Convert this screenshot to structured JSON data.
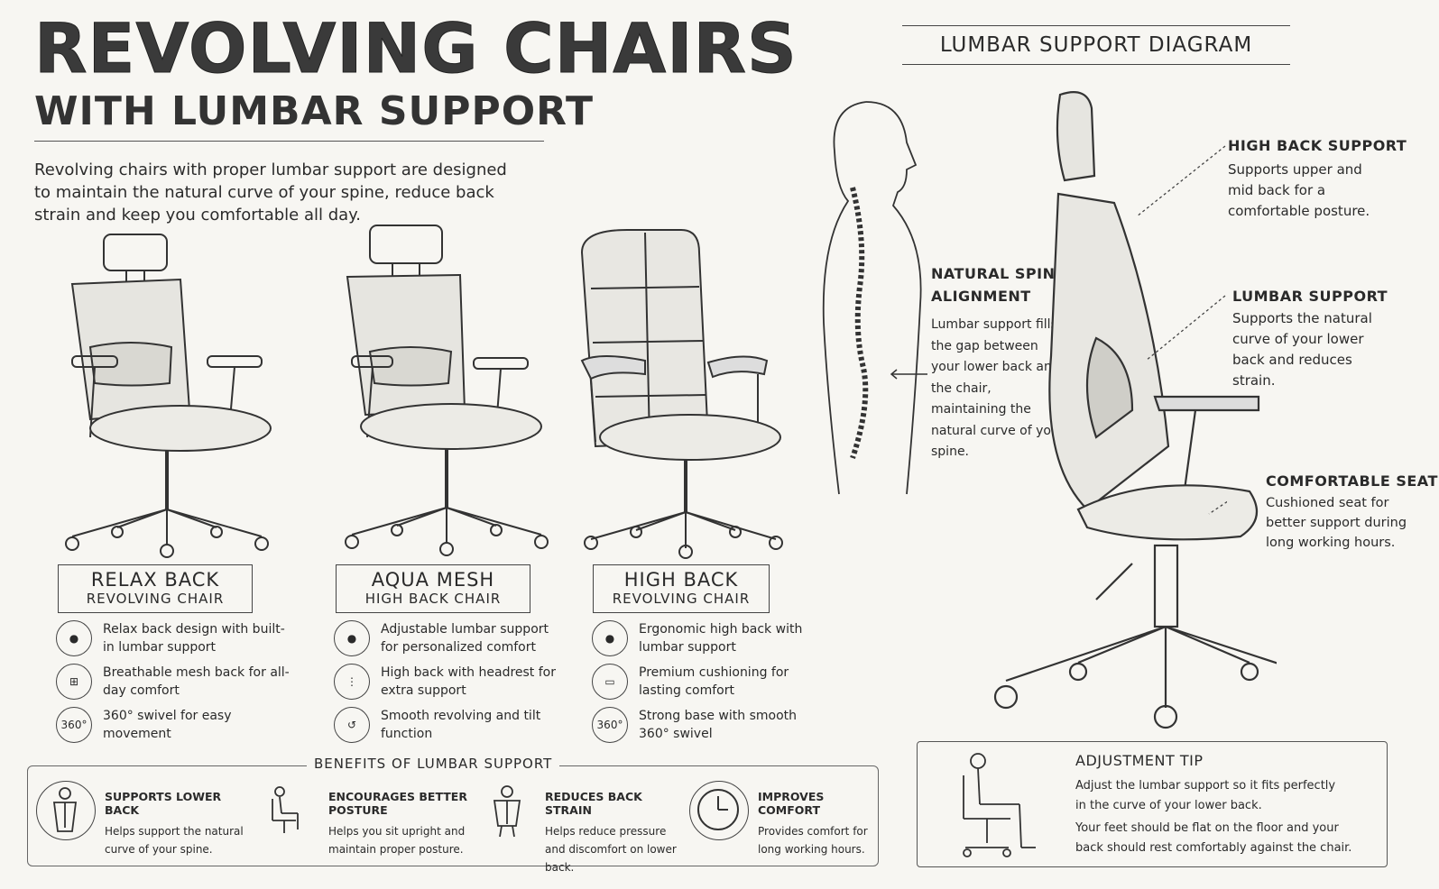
{
  "header": {
    "title": "REVOLVING CHAIRS",
    "subtitle": "WITH LUMBAR SUPPORT",
    "intro": "Revolving chairs with proper lumbar support are designed to maintain the natural curve of your spine, reduce back strain and keep you comfortable all day."
  },
  "chairs": [
    {
      "name": "RELAX BACK",
      "type": "REVOLVING CHAIR",
      "features": [
        {
          "icon": "person-icon",
          "text": "Relax back design with built-in lumbar support"
        },
        {
          "icon": "mesh-icon",
          "text": "Breathable mesh back for all-day comfort"
        },
        {
          "icon": "swivel-360-icon",
          "icon_label": "360°",
          "text": "360° swivel for easy movement"
        }
      ]
    },
    {
      "name": "AQUA MESH",
      "type": "HIGH BACK CHAIR",
      "features": [
        {
          "icon": "person-icon",
          "text": "Adjustable lumbar support for personalized comfort"
        },
        {
          "icon": "spine-icon",
          "text": "High back with headrest for extra support"
        },
        {
          "icon": "tilt-icon",
          "text": "Smooth revolving and tilt function"
        }
      ]
    },
    {
      "name": "HIGH BACK",
      "type": "REVOLVING CHAIR",
      "features": [
        {
          "icon": "person-icon",
          "text": "Ergonomic high back with lumbar support"
        },
        {
          "icon": "cushion-icon",
          "text": "Premium cushioning for lasting comfort"
        },
        {
          "icon": "swivel-360-icon",
          "icon_label": "360°",
          "text": "Strong base with smooth 360° swivel"
        }
      ]
    }
  ],
  "benefits": {
    "title": "BENEFITS OF LUMBAR SUPPORT",
    "items": [
      {
        "icon": "lower-back-icon",
        "heading": "SUPPORTS LOWER BACK",
        "text": "Helps support the natural curve of your spine."
      },
      {
        "icon": "sitting-posture-icon",
        "heading": "ENCOURAGES BETTER POSTURE",
        "text": "Helps you sit upright and maintain proper posture."
      },
      {
        "icon": "back-strain-icon",
        "heading": "REDUCES BACK STRAIN",
        "text": "Helps reduce pressure and discomfort on lower back."
      },
      {
        "icon": "clock-icon",
        "heading": "IMPROVES COMFORT",
        "text": "Provides comfort for long working hours."
      }
    ]
  },
  "diagram": {
    "title": "LUMBAR SUPPORT DIAGRAM",
    "spine": {
      "heading_1": "NATURAL SPINE",
      "heading_2": "ALIGNMENT",
      "text": "Lumbar support fills the gap between your lower back and the chair, maintaining the natural curve of your spine."
    },
    "labels": [
      {
        "heading": "HIGH BACK SUPPORT",
        "text": "Supports upper and mid back for a comfortable posture."
      },
      {
        "heading": "LUMBAR SUPPORT",
        "text": "Supports the natural curve of your lower back and reduces strain."
      },
      {
        "heading": "COMFORTABLE SEAT",
        "text": "Cushioned seat for better support during long working hours."
      }
    ]
  },
  "tip": {
    "heading": "ADJUSTMENT TIP",
    "line1": "Adjust the lumbar support so it fits perfectly in the curve of your lower back.",
    "line2": "Your feet should be flat on the floor and your back should rest comfortably against the chair."
  }
}
